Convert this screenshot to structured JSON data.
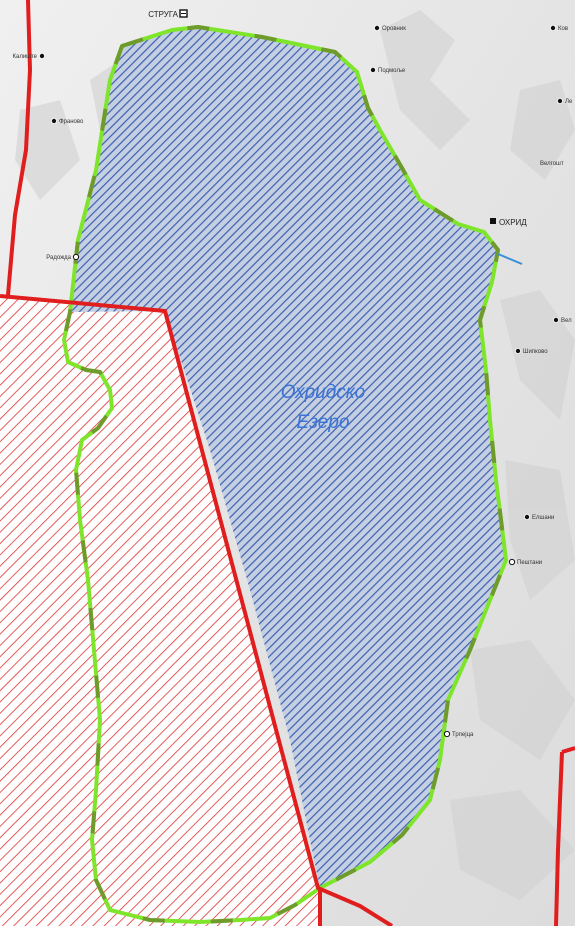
{
  "map": {
    "colors": {
      "terrain": "#e9e9e9",
      "lake_hatch": "#3d5fb0",
      "lake_fill": "#c4cfe2",
      "red_hatch": "#e03232",
      "border_red": "#e01e1e",
      "lake_outline_light": "#7ee52a",
      "lake_outline_dark": "#6f9a2c",
      "lake_label": "#3a74d6",
      "river": "#3b8fd8"
    },
    "lake": {
      "name_line1": "Охридско",
      "name_line2": "Езеро"
    },
    "cities": [
      {
        "id": "struga",
        "name": "СТРУГА",
        "marker": "square-outline"
      },
      {
        "id": "ohrid",
        "name": "ОХРИД",
        "marker": "square"
      }
    ],
    "towns": [
      {
        "id": "t1",
        "name": "Оровник"
      },
      {
        "id": "t2",
        "name": "Подмоље"
      },
      {
        "id": "t3",
        "name": "Ков"
      },
      {
        "id": "t4",
        "name": "Ле"
      },
      {
        "id": "t5",
        "name": "Велгошт"
      },
      {
        "id": "t6",
        "name": "Франово"
      },
      {
        "id": "t7",
        "name": "Калиште"
      },
      {
        "id": "t8",
        "name": "Радожда"
      },
      {
        "id": "t9",
        "name": "Вел"
      },
      {
        "id": "t10",
        "name": "Шипково"
      },
      {
        "id": "t11",
        "name": "Елшани"
      },
      {
        "id": "t12",
        "name": "Пештани"
      },
      {
        "id": "t13",
        "name": "Трпејца"
      }
    ]
  }
}
